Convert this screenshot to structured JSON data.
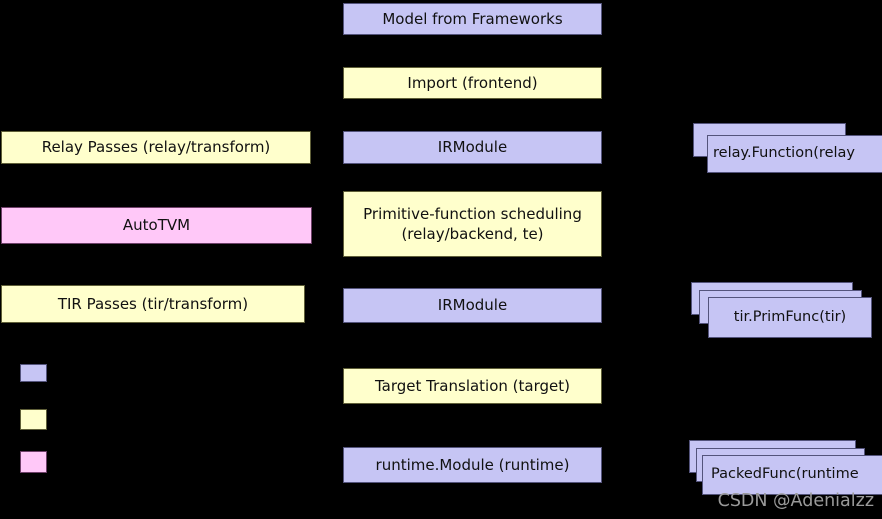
{
  "diagram": {
    "center": {
      "model": "Model from Frameworks",
      "import": "Import (frontend)",
      "irmodule_top": "IRModule",
      "primitive_line1": "Primitive-function scheduling",
      "primitive_line2": "(relay/backend, te)",
      "irmodule_bottom": "IRModule",
      "target": "Target Translation (target)",
      "runtime": "runtime.Module (runtime)"
    },
    "left": {
      "relay_passes": "Relay Passes (relay/transform)",
      "autotvm": "AutoTVM",
      "tir_passes": "TIR Passes (tir/transform)"
    },
    "right": {
      "relay_function": "relay.Function(relay",
      "tir_primfunc": "tir.PrimFunc(tir)",
      "packedfunc": "PackedFunc(runtime"
    },
    "legend": {
      "swatches": [
        {
          "name": "purple-swatch",
          "color": "#c6c5f4"
        },
        {
          "name": "yellow-swatch",
          "color": "#ffffcc"
        },
        {
          "name": "pink-swatch",
          "color": "#ffc8f8"
        }
      ]
    },
    "watermark": "CSDN @Adenialzz"
  },
  "colors": {
    "background": "#000000",
    "purple_fill": "#c6c5f4",
    "yellow_fill": "#ffffcc",
    "pink_fill": "#ffc8f8",
    "watermark_gray": "#9a9a9a"
  }
}
